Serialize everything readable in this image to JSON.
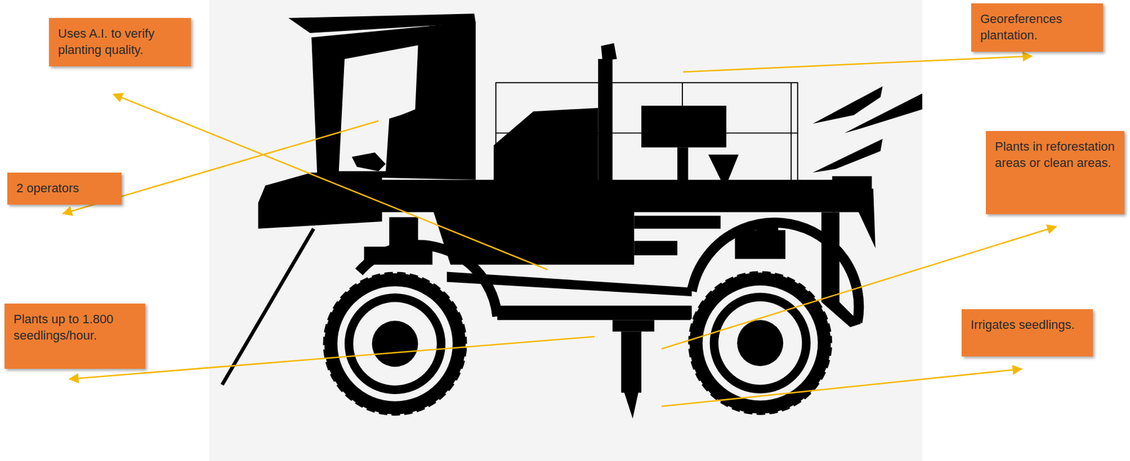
{
  "diagram": {
    "nodes": [
      {
        "text": [
          "Uses A.I. to verify planting quality."
        ]
      },
      {
        "text": [
          "Georeferences plantation."
        ]
      },
      {
        "text": [
          "2 operators"
        ]
      },
      {
        "text": [
          "Plants in reforestation areas or clean areas."
        ]
      },
      {
        "text": [
          "Plants up to 1.800 seedlings/hour."
        ]
      },
      {
        "text": [
          "Irrigates seedlings."
        ]
      }
    ]
  }
}
